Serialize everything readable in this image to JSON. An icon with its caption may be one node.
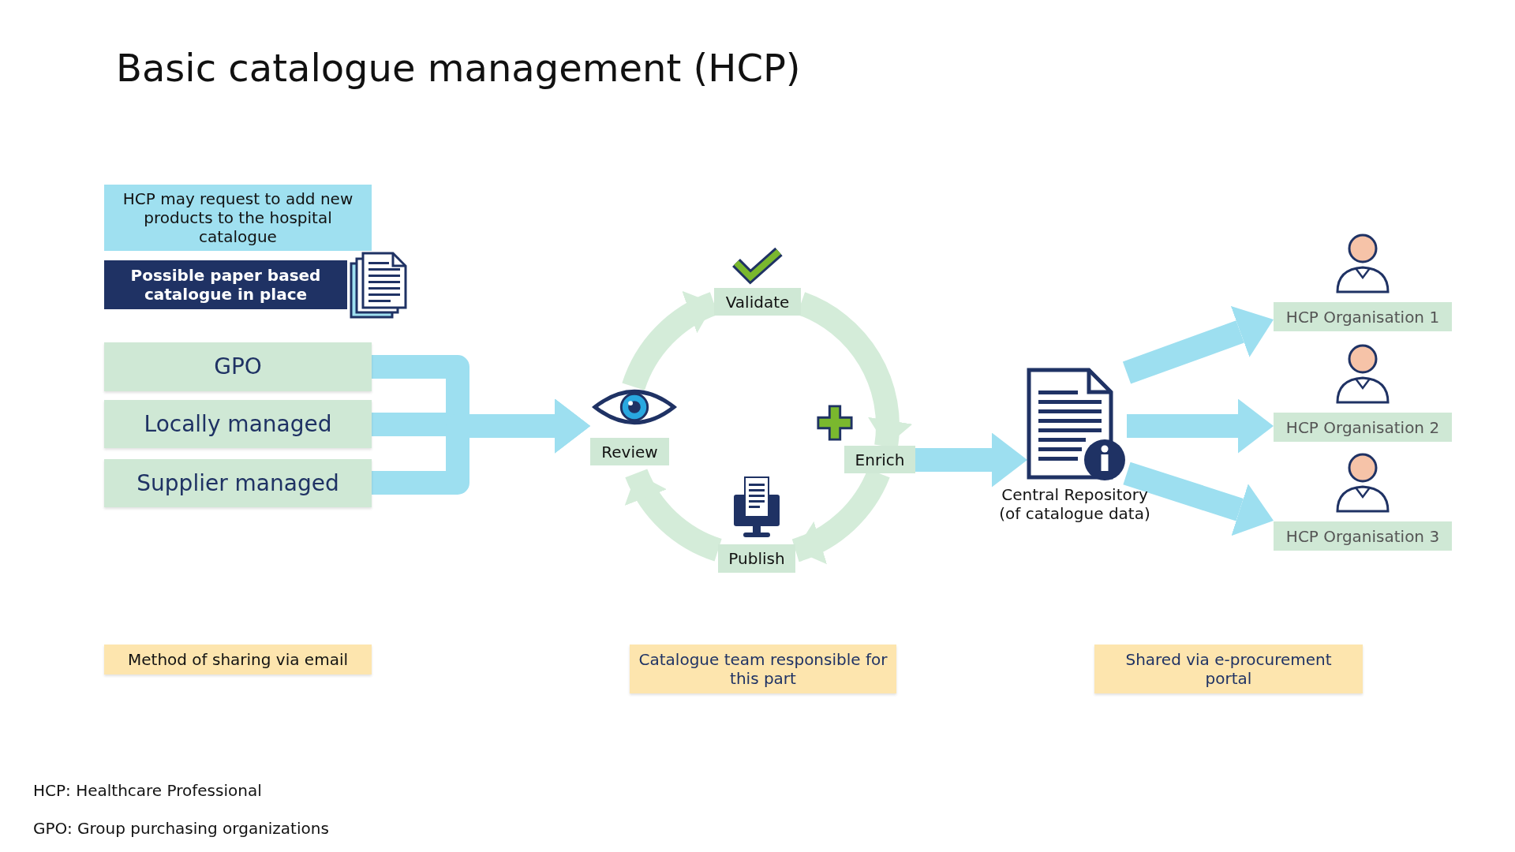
{
  "diagram": {
    "title": "Basic catalogue management (HCP)",
    "nodes": [
      {
        "text": [
          "HCP may request to add new products to the hospital catalogue"
        ]
      },
      {
        "text": [
          "Possible paper based catalogue in place"
        ]
      },
      {
        "text": [
          "GPO"
        ]
      },
      {
        "text": [
          "Locally managed"
        ]
      },
      {
        "text": [
          "Supplier managed"
        ]
      },
      {
        "text": [
          "Review"
        ]
      },
      {
        "text": [
          "Validate"
        ]
      },
      {
        "text": [
          "Enrich"
        ]
      },
      {
        "text": [
          "Publish"
        ]
      },
      {
        "text": [
          "Central Repository (of catalogue data)"
        ]
      },
      {
        "text": [
          "HCP Organisation 1"
        ]
      },
      {
        "text": [
          "HCP Organisation 2"
        ]
      },
      {
        "text": [
          "HCP Organisation 3"
        ]
      }
    ],
    "edges": [
      {
        "from": 2,
        "to": 5,
        "arrow": "to"
      },
      {
        "from": 3,
        "to": 5,
        "arrow": "to"
      },
      {
        "from": 4,
        "to": 5,
        "arrow": "to"
      },
      {
        "from": 5,
        "to": 6,
        "arrow": "to",
        "color": "#d4ecd9"
      },
      {
        "from": 6,
        "to": 7,
        "arrow": "to",
        "color": "#d4ecd9"
      },
      {
        "from": 7,
        "to": 8,
        "arrow": "to",
        "color": "#d4ecd9"
      },
      {
        "from": 8,
        "to": 5,
        "arrow": "to",
        "color": "#d4ecd9"
      },
      {
        "from": 7,
        "to": 9,
        "arrow": "to"
      },
      {
        "from": 9,
        "to": 10,
        "arrow": "to"
      },
      {
        "from": 9,
        "to": 11,
        "arrow": "to"
      },
      {
        "from": 9,
        "to": 12,
        "arrow": "to"
      }
    ],
    "labels": [
      "Method of sharing via email",
      "Catalogue team responsible for this part",
      "Shared via e-procurement portal",
      "HCP: Healthcare Professional",
      "GPO: Group purchasing organizations"
    ]
  }
}
